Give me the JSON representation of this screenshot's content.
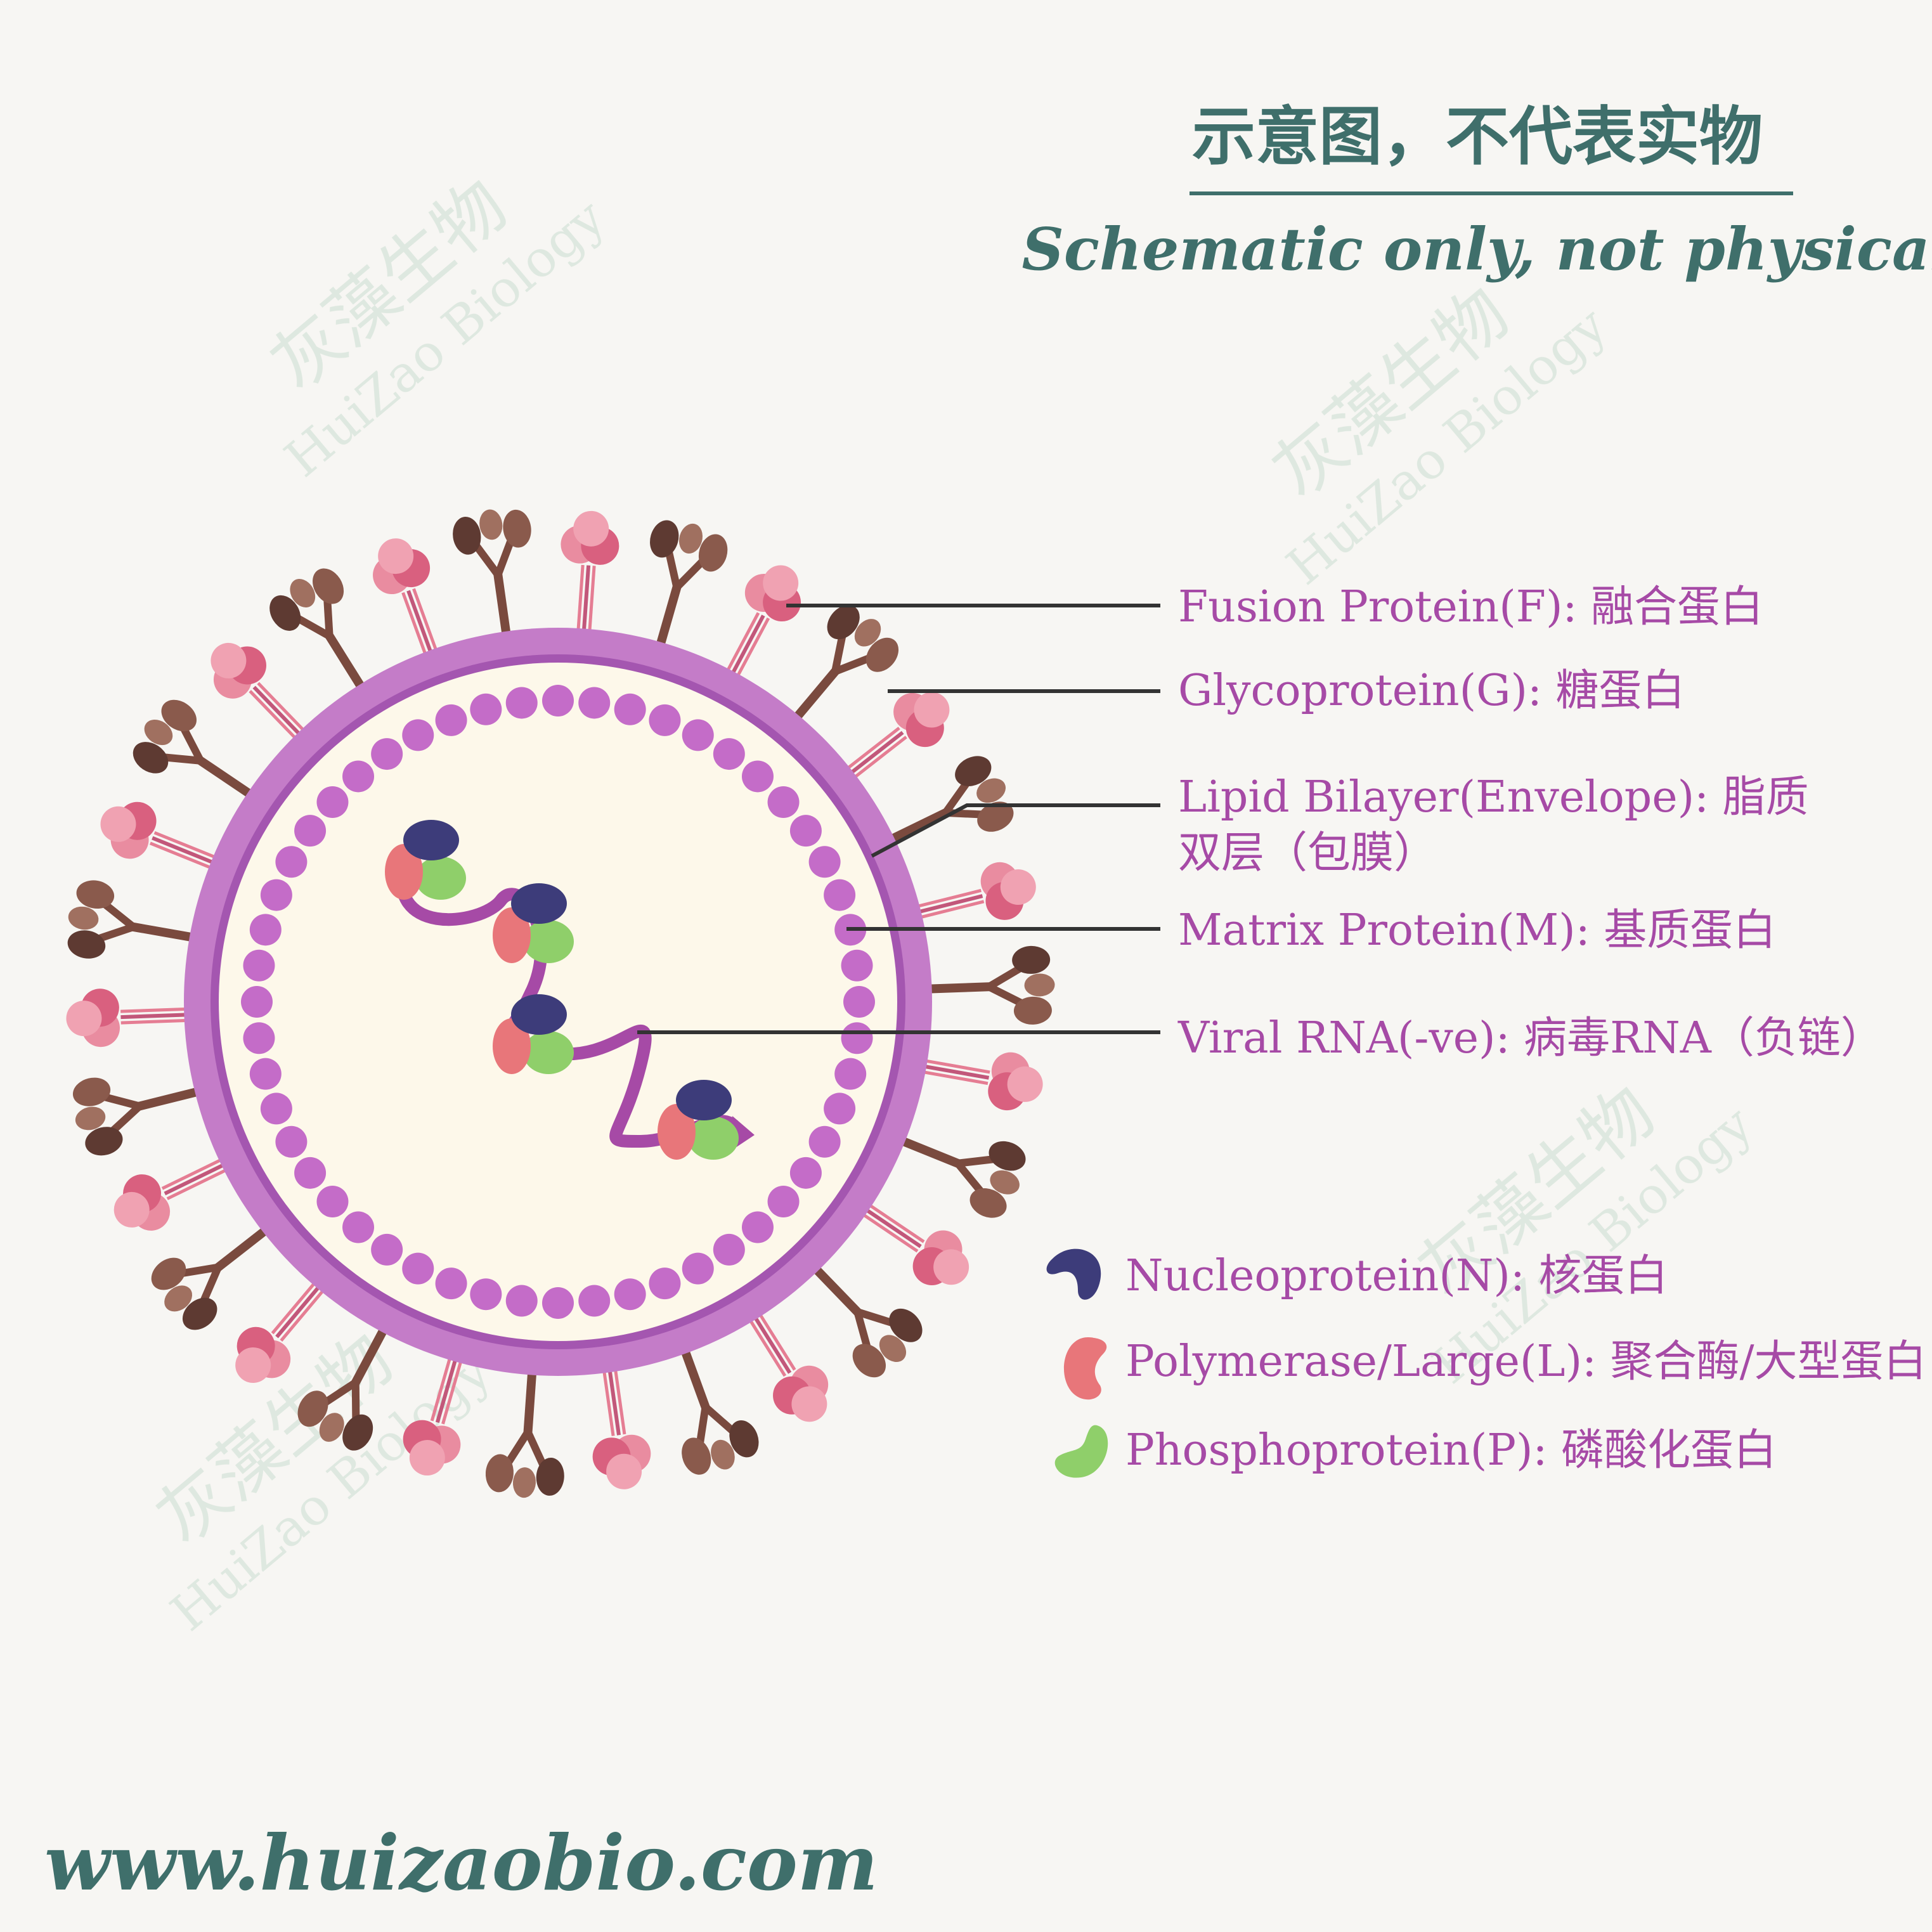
{
  "header": {
    "title_cn": "示意图，不代表实物",
    "title_en": "Schematic only, not physical"
  },
  "colors": {
    "heading": "#3f6f6b",
    "label": "#a64aa6",
    "envelope": "#c47cc8",
    "envelope_dark": "#a456b0",
    "interior": "#fdf8ea",
    "matrix": "#c46cc8",
    "fusion": "#e57d93",
    "glyco": "#7a4a3e",
    "nucleo": "#3d3c7a",
    "polymerase": "#e8767a",
    "phospho": "#8fcf6a",
    "leader": "#333333"
  },
  "labels": {
    "fusion": "Fusion Protein(F): 融合蛋白",
    "glyco": "Glycoprotein(G): 糖蛋白",
    "lipid_1": "Lipid Bilayer(Envelope): 脂质",
    "lipid_2": "双层（包膜）",
    "matrix": "Matrix Protein(M): 基质蛋白",
    "rna": "Viral RNA(-ve): 病毒RNA（负链）"
  },
  "legend": [
    {
      "icon": "nucleoprotein-icon",
      "label": "Nucleoprotein(N): 核蛋白"
    },
    {
      "icon": "polymerase-icon",
      "label": "Polymerase/Large(L): 聚合酶/大型蛋白"
    },
    {
      "icon": "phosphoprotein-icon",
      "label": "Phosphoprotein(P): 磷酸化蛋白"
    }
  ],
  "watermark": {
    "cn": "灰藻生物",
    "en": "HuiZao Biology"
  },
  "footer": {
    "url": "www.huizaobio.com"
  }
}
